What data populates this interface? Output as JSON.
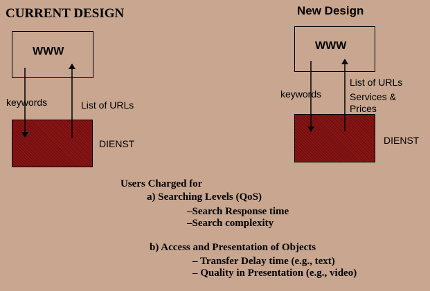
{
  "current": {
    "title": "CURRENT DESIGN",
    "www": "WWW",
    "left_arrow_label": "keywords",
    "right_arrow_label": "List of URLs",
    "dienst": "DIENST"
  },
  "new": {
    "title": "New Design",
    "www": "WWW",
    "left_arrow_label": "keywords",
    "right_arrow_label_1": "List of URLs",
    "right_arrow_label_2": "Services &",
    "right_arrow_label_3": "Prices",
    "dienst": "DIENST"
  },
  "charges": {
    "heading": "Users Charged for",
    "a": {
      "title": "a) Searching  Levels (QoS)",
      "items": [
        "–Search Response time",
        "–Search complexity"
      ]
    },
    "b": {
      "title": "b) Access and Presentation of Objects",
      "items": [
        "– Transfer Delay time (e.g., text)",
        "– Quality in Presentation (e.g., video)"
      ]
    }
  },
  "colors": {
    "background": "#c8a68f",
    "dienst_fill": "#8b1414",
    "lines": "#000000"
  }
}
